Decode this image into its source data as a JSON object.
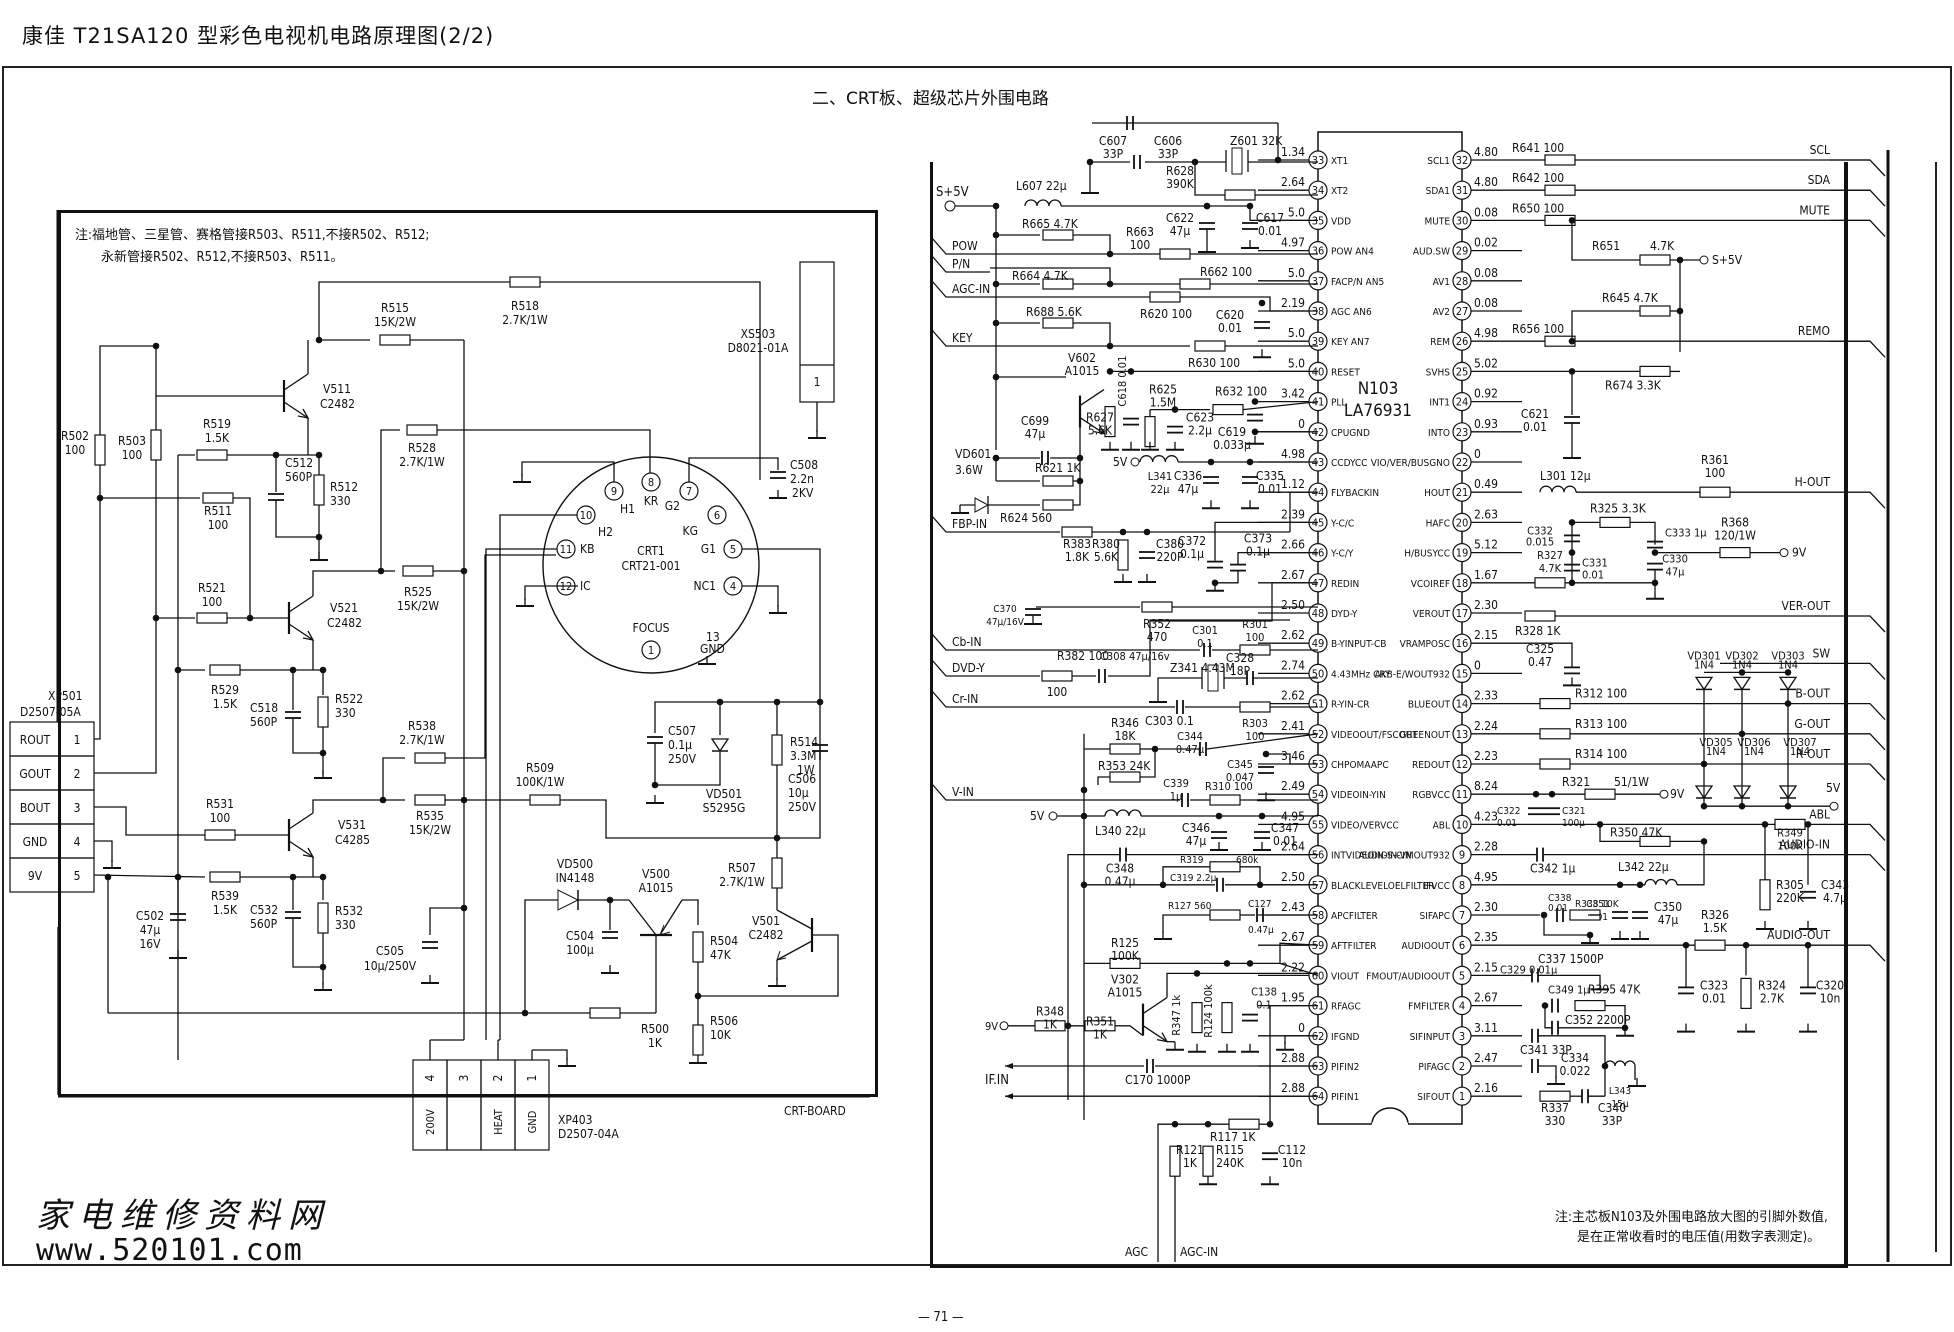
{
  "document": {
    "title": "康佳 T21SA120 型彩色电视机电路原理图(2/2)",
    "section_heading": "二、CRT板、超级芯片外围电路",
    "page_number": "— 71 —",
    "watermark": {
      "site_name": "家电维修资料网",
      "url": "www.520101.com"
    }
  },
  "crt_board": {
    "label": "CRT-BOARD",
    "note_lines": [
      "注:福地管、三星管、赛格管接R503、R511,不接R502、R512;",
      "永新管接R502、R512,不接R503、R511。"
    ],
    "xp501": {
      "name": "XP501",
      "part": "D2507-05A",
      "pins": [
        {
          "signal": "ROUT",
          "num": "1"
        },
        {
          "signal": "GOUT",
          "num": "2"
        },
        {
          "signal": "BOUT",
          "num": "3"
        },
        {
          "signal": "GND",
          "num": "4"
        },
        {
          "signal": "9V",
          "num": "5"
        }
      ]
    },
    "xp403": {
      "name": "XP403",
      "part": "D2507-04A",
      "pins": [
        {
          "num": "4",
          "signal": "200V"
        },
        {
          "num": "3",
          "signal": ""
        },
        {
          "num": "2",
          "signal": "HEAT"
        },
        {
          "num": "1",
          "signal": "GND"
        }
      ]
    },
    "xs503": {
      "name": "XS503",
      "part": "D8021-01A",
      "pin": "1"
    },
    "crt": {
      "name": "CRT1",
      "part": "CRT21-001",
      "pins": [
        {
          "num": "1",
          "label": "FOCUS"
        },
        {
          "num": "4",
          "label": "NC1"
        },
        {
          "num": "5",
          "label": "G1"
        },
        {
          "num": "6",
          "label": "KG"
        },
        {
          "num": "7",
          "label": "G2"
        },
        {
          "num": "8",
          "label": "KR"
        },
        {
          "num": "9",
          "label": "H1"
        },
        {
          "num": "10",
          "label": "H2"
        },
        {
          "num": "11",
          "label": "KB"
        },
        {
          "num": "12",
          "label": "IC"
        }
      ],
      "gnd_pin": {
        "num": "13",
        "label": "GND"
      }
    },
    "transistors": [
      {
        "ref": "V511",
        "part": "C2482"
      },
      {
        "ref": "V521",
        "part": "C2482"
      },
      {
        "ref": "V531",
        "part": "C4285"
      },
      {
        "ref": "V500",
        "part": "A1015"
      },
      {
        "ref": "V501",
        "part": "C2482"
      }
    ],
    "diodes": [
      {
        "ref": "VD500",
        "part": "IN4148"
      },
      {
        "ref": "VD501",
        "part": "S5295G"
      }
    ],
    "resistors": [
      {
        "ref": "R502",
        "value": "100"
      },
      {
        "ref": "R503",
        "value": "100"
      },
      {
        "ref": "R515",
        "value": "15K/2W"
      },
      {
        "ref": "R518",
        "value": "2.7K/1W"
      },
      {
        "ref": "R519",
        "value": "1.5K"
      },
      {
        "ref": "R511",
        "value": "100"
      },
      {
        "ref": "R512",
        "value": "330"
      },
      {
        "ref": "R528",
        "value": "2.7K/1W"
      },
      {
        "ref": "R521",
        "value": "100"
      },
      {
        "ref": "R525",
        "value": "15K/2W"
      },
      {
        "ref": "R529",
        "value": "1.5K"
      },
      {
        "ref": "R522",
        "value": "330"
      },
      {
        "ref": "R538",
        "value": "2.7K/1W"
      },
      {
        "ref": "R535",
        "value": "15K/2W"
      },
      {
        "ref": "R531",
        "value": "100"
      },
      {
        "ref": "R539",
        "value": "1.5K"
      },
      {
        "ref": "R532",
        "value": "330"
      },
      {
        "ref": "R509",
        "value": "100K/1W"
      },
      {
        "ref": "R514",
        "value": "3.3M 1W"
      },
      {
        "ref": "R507",
        "value": "2.7K/1W"
      },
      {
        "ref": "R504",
        "value": "47K"
      },
      {
        "ref": "R500",
        "value": "1K"
      },
      {
        "ref": "R506",
        "value": "10K"
      }
    ],
    "capacitors": [
      {
        "ref": "C512",
        "value": "560P"
      },
      {
        "ref": "C518",
        "value": "560P"
      },
      {
        "ref": "C532",
        "value": "560P"
      },
      {
        "ref": "C502",
        "value": "47μ 16V"
      },
      {
        "ref": "C505",
        "value": "10μ/250V"
      },
      {
        "ref": "C507",
        "value": "0.1μ 250V"
      },
      {
        "ref": "C506",
        "value": "10μ 250V"
      },
      {
        "ref": "C508",
        "value": "2.2n 2KV"
      },
      {
        "ref": "C504",
        "value": "100μ"
      }
    ]
  },
  "main_board": {
    "ic": {
      "ref": "N103",
      "part": "LA76931"
    },
    "note_lines": [
      "注:主芯板N103及外围电路放大图的引脚外数值,",
      "是在正常收看时的电压值(用数字表测定)。"
    ],
    "left_pins": [
      {
        "num": "33",
        "name": "XT1",
        "voltage": "1.34"
      },
      {
        "num": "34",
        "name": "XT2",
        "voltage": "2.64"
      },
      {
        "num": "35",
        "name": "VDD",
        "voltage": "5.0"
      },
      {
        "num": "36",
        "name": "POW AN4",
        "voltage": "4.97"
      },
      {
        "num": "37",
        "name": "FACP/N AN5",
        "voltage": "5.0"
      },
      {
        "num": "38",
        "name": "AGC AN6",
        "voltage": "2.19"
      },
      {
        "num": "39",
        "name": "KEY AN7",
        "voltage": "5.0"
      },
      {
        "num": "40",
        "name": "RESET",
        "voltage": "5.0"
      },
      {
        "num": "41",
        "name": "PLL",
        "voltage": "3.42"
      },
      {
        "num": "42",
        "name": "CPUGND",
        "voltage": "0"
      },
      {
        "num": "43",
        "name": "CCDYCC",
        "voltage": "4.98"
      },
      {
        "num": "44",
        "name": "FLYBACKIN",
        "voltage": "1.12"
      },
      {
        "num": "45",
        "name": "Y-C/C",
        "voltage": "2.39"
      },
      {
        "num": "46",
        "name": "Y-C/Y",
        "voltage": "2.66"
      },
      {
        "num": "47",
        "name": "REDIN",
        "voltage": "2.67"
      },
      {
        "num": "48",
        "name": "DYD-Y",
        "voltage": "2.50"
      },
      {
        "num": "49",
        "name": "B-YINPUT-CB",
        "voltage": "2.62"
      },
      {
        "num": "50",
        "name": "4.43MHz CRY",
        "voltage": "2.74"
      },
      {
        "num": "51",
        "name": "R-YIN-CR",
        "voltage": "2.62"
      },
      {
        "num": "52",
        "name": "VIDEOOUT/FSCOUT",
        "voltage": "2.41"
      },
      {
        "num": "53",
        "name": "CHPOMAAPC",
        "voltage": "3.46"
      },
      {
        "num": "54",
        "name": "VIDEOIN-YIN",
        "voltage": "2.49"
      },
      {
        "num": "55",
        "name": "VIDEO/VERVCC",
        "voltage": "4.95"
      },
      {
        "num": "56",
        "name": "INTVIDEOIN-S-CIN",
        "voltage": "2.64"
      },
      {
        "num": "57",
        "name": "BLACKLEVELOELFILTER",
        "voltage": "2.50"
      },
      {
        "num": "58",
        "name": "APCFILTER",
        "voltage": "2.43"
      },
      {
        "num": "59",
        "name": "AFTFILTER",
        "voltage": "2.67"
      },
      {
        "num": "60",
        "name": "VIOUT",
        "voltage": "2.22"
      },
      {
        "num": "61",
        "name": "RFAGC",
        "voltage": "1.95"
      },
      {
        "num": "62",
        "name": "IFGND",
        "voltage": "0"
      },
      {
        "num": "63",
        "name": "PIFIN2",
        "voltage": "2.88"
      },
      {
        "num": "64",
        "name": "PIFIN1",
        "voltage": "2.88"
      }
    ],
    "right_pins": [
      {
        "num": "32",
        "name": "SCL1",
        "voltage": "4.80"
      },
      {
        "num": "31",
        "name": "SDA1",
        "voltage": "4.80"
      },
      {
        "num": "30",
        "name": "MUTE",
        "voltage": "0.08"
      },
      {
        "num": "29",
        "name": "AUD.SW",
        "voltage": "0.02"
      },
      {
        "num": "28",
        "name": "AV1",
        "voltage": "0.08"
      },
      {
        "num": "27",
        "name": "AV2",
        "voltage": "0.08"
      },
      {
        "num": "26",
        "name": "REM",
        "voltage": "4.98"
      },
      {
        "num": "25",
        "name": "SVHS",
        "voltage": "5.02"
      },
      {
        "num": "24",
        "name": "INT1",
        "voltage": "0.92"
      },
      {
        "num": "23",
        "name": "INTO",
        "voltage": "0.93"
      },
      {
        "num": "22",
        "name": "VIO/VER/BUSGNO",
        "voltage": "0"
      },
      {
        "num": "21",
        "name": "HOUT",
        "voltage": "0.49"
      },
      {
        "num": "20",
        "name": "HAFC",
        "voltage": "2.63"
      },
      {
        "num": "19",
        "name": "H/BUSYCC",
        "voltage": "5.12"
      },
      {
        "num": "18",
        "name": "VCOIREF",
        "voltage": "1.67"
      },
      {
        "num": "17",
        "name": "VEROUT",
        "voltage": "2.30"
      },
      {
        "num": "16",
        "name": "VRAMPOSC",
        "voltage": "2.15"
      },
      {
        "num": "15",
        "name": "AKB-E/WOUT932",
        "voltage": "0"
      },
      {
        "num": "14",
        "name": "BLUEOUT",
        "voltage": "2.33"
      },
      {
        "num": "13",
        "name": "GREENOUT",
        "voltage": "2.24"
      },
      {
        "num": "12",
        "name": "REDOUT",
        "voltage": "2.23"
      },
      {
        "num": "11",
        "name": "RGBVCC",
        "voltage": "8.24"
      },
      {
        "num": "10",
        "name": "ABL",
        "voltage": "4.23"
      },
      {
        "num": "9",
        "name": "AUDIOIN-VMOUT932",
        "voltage": "2.28"
      },
      {
        "num": "8",
        "name": "IFVCC",
        "voltage": "4.95"
      },
      {
        "num": "7",
        "name": "SIFAPC",
        "voltage": "2.30"
      },
      {
        "num": "6",
        "name": "AUDIOOUT",
        "voltage": "2.35"
      },
      {
        "num": "5",
        "name": "FMOUT/AUDIOOUT",
        "voltage": "2.15"
      },
      {
        "num": "4",
        "name": "FMFILTER",
        "voltage": "2.67"
      },
      {
        "num": "3",
        "name": "SIFINPUT",
        "voltage": "3.11"
      },
      {
        "num": "2",
        "name": "PIFAGC",
        "voltage": "2.47"
      },
      {
        "num": "1",
        "name": "SIFOUT",
        "voltage": "2.16"
      }
    ],
    "left_signals": [
      "S+5V",
      "POW",
      "P/N",
      "AGC-IN",
      "KEY",
      "FBP-IN",
      "Cb-IN",
      "DVD-Y",
      "Cr-IN",
      "V-IN",
      "5V",
      "9V",
      "IF.IN",
      "AGC",
      "AGC-IN"
    ],
    "right_signals": [
      "SCL",
      "SDA",
      "MUTE",
      "S+5V",
      "REMO",
      "H-OUT",
      "9V",
      "VER-OUT",
      "SW",
      "B-OUT",
      "G-OUT",
      "R-OUT",
      "5V",
      "ABL",
      "AUDIO-IN",
      "AUDIO-OUT"
    ],
    "component_labels": [
      {
        "ref": "C607",
        "value": "33P"
      },
      {
        "ref": "C606",
        "value": "33P"
      },
      {
        "ref": "Z601",
        "value": "32K"
      },
      {
        "ref": "R628",
        "value": "390K"
      },
      {
        "ref": "L607",
        "value": "22μ"
      },
      {
        "ref": "R665",
        "value": "4.7K"
      },
      {
        "ref": "C622",
        "value": "47μ"
      },
      {
        "ref": "C617",
        "value": "0.01"
      },
      {
        "ref": "R663",
        "value": "100"
      },
      {
        "ref": "R664",
        "value": "4.7K"
      },
      {
        "ref": "R662",
        "value": "100"
      },
      {
        "ref": "R620",
        "value": "100"
      },
      {
        "ref": "C620",
        "value": "0.01"
      },
      {
        "ref": "R688",
        "value": "5.6K"
      },
      {
        "ref": "R630",
        "value": "100"
      },
      {
        "ref": "V602",
        "value": "A1015"
      },
      {
        "ref": "C618",
        "value": "0.01"
      },
      {
        "ref": "R625",
        "value": "1.5M"
      },
      {
        "ref": "R632",
        "value": "100"
      },
      {
        "ref": "C699",
        "value": "47μ"
      },
      {
        "ref": "R627",
        "value": "5.6K"
      },
      {
        "ref": "C623",
        "value": "2.2μ"
      },
      {
        "ref": "C619",
        "value": "0.033μ"
      },
      {
        "ref": "VD601",
        "value": "3.6W"
      },
      {
        "ref": "R621",
        "value": "1K"
      },
      {
        "ref": "L341",
        "value": "22μ"
      },
      {
        "ref": "C336",
        "value": "47μ"
      },
      {
        "ref": "C335",
        "value": "0.01"
      },
      {
        "ref": "R624",
        "value": "560"
      },
      {
        "ref": "R383",
        "value": "1.8K"
      },
      {
        "ref": "R380",
        "value": "5.6K"
      },
      {
        "ref": "C380",
        "value": "220P"
      },
      {
        "ref": "C372",
        "value": "0.1μ"
      },
      {
        "ref": "C373",
        "value": "0.1μ"
      },
      {
        "ref": "C370",
        "value": "47μ/16V"
      },
      {
        "ref": "R352",
        "value": "470"
      },
      {
        "ref": "C301",
        "value": "0.1"
      },
      {
        "ref": "R301",
        "value": "100"
      },
      {
        "ref": "R382",
        "value": "100"
      },
      {
        "ref": "C308",
        "value": "47μ/16v"
      },
      {
        "ref": "Z341",
        "value": "4.43M"
      },
      {
        "ref": "C328",
        "value": "18P"
      },
      {
        "ref": "C303",
        "value": "0.1"
      },
      {
        "ref": "R303",
        "value": "100"
      },
      {
        "ref": "R346",
        "value": "18K"
      },
      {
        "ref": "C344",
        "value": "0.47μ"
      },
      {
        "ref": "R353",
        "value": "24K"
      },
      {
        "ref": "C345",
        "value": "0.047"
      },
      {
        "ref": "C339",
        "value": "1μ"
      },
      {
        "ref": "R310",
        "value": "100"
      },
      {
        "ref": "L340",
        "value": "22μ"
      },
      {
        "ref": "C346",
        "value": "47μ"
      },
      {
        "ref": "C347",
        "value": "0.01"
      },
      {
        "ref": "C348",
        "value": "0.47μ"
      },
      {
        "ref": "R319",
        "value": "680k"
      },
      {
        "ref": "C319",
        "value": "2.2μ"
      },
      {
        "ref": "R127",
        "value": "560"
      },
      {
        "ref": "C127",
        "value": "0.47μ"
      },
      {
        "ref": "R125",
        "value": "100K"
      },
      {
        "ref": "V302",
        "value": "A1015"
      },
      {
        "ref": "R347",
        "value": "1k"
      },
      {
        "ref": "R124",
        "value": "100k"
      },
      {
        "ref": "C138",
        "value": "0.1"
      },
      {
        "ref": "R348",
        "value": "1K"
      },
      {
        "ref": "R351",
        "value": "1K"
      },
      {
        "ref": "C170",
        "value": "1000P"
      },
      {
        "ref": "R117",
        "value": "1K"
      },
      {
        "ref": "R121",
        "value": "1K"
      },
      {
        "ref": "R115",
        "value": "240K"
      },
      {
        "ref": "C112",
        "value": "10n"
      },
      {
        "ref": "R641",
        "value": "100"
      },
      {
        "ref": "R642",
        "value": "100"
      },
      {
        "ref": "R650",
        "value": "100"
      },
      {
        "ref": "R651",
        "value": "4.7K"
      },
      {
        "ref": "R645",
        "value": "4.7K"
      },
      {
        "ref": "R656",
        "value": "100"
      },
      {
        "ref": "R674",
        "value": "3.3K"
      },
      {
        "ref": "C621",
        "value": "0.01"
      },
      {
        "ref": "L301",
        "value": "12μ"
      },
      {
        "ref": "R361",
        "value": "100"
      },
      {
        "ref": "R325",
        "value": "3.3K"
      },
      {
        "ref": "C332",
        "value": "0.015"
      },
      {
        "ref": "C333",
        "value": "1μ"
      },
      {
        "ref": "R368",
        "value": "120/1W"
      },
      {
        "ref": "R327",
        "value": "4.7K"
      },
      {
        "ref": "C331",
        "value": "0.01"
      },
      {
        "ref": "C330",
        "value": "47μ"
      },
      {
        "ref": "R328",
        "value": "1K"
      },
      {
        "ref": "C325",
        "value": "0.47"
      },
      {
        "ref": "VD301",
        "value": "1N4"
      },
      {
        "ref": "VD302",
        "value": "1N4"
      },
      {
        "ref": "VD303",
        "value": "1N4"
      },
      {
        "ref": "R312",
        "value": "100"
      },
      {
        "ref": "R313",
        "value": "100"
      },
      {
        "ref": "VD305",
        "value": "1N4"
      },
      {
        "ref": "VD306",
        "value": "1N4"
      },
      {
        "ref": "VD307",
        "value": "1N4"
      },
      {
        "ref": "R314",
        "value": "100"
      },
      {
        "ref": "R321",
        "value": "51/1W"
      },
      {
        "ref": "C322",
        "value": "0.01"
      },
      {
        "ref": "C321",
        "value": "100μ"
      },
      {
        "ref": "R350",
        "value": "47K"
      },
      {
        "ref": "R349",
        "value": "100K"
      },
      {
        "ref": "C342",
        "value": "1μ"
      },
      {
        "ref": "L342",
        "value": "22μ"
      },
      {
        "ref": "R305",
        "value": "220K"
      },
      {
        "ref": "C343",
        "value": "4.7μ"
      },
      {
        "ref": "C338",
        "value": "0.01"
      },
      {
        "ref": "R338",
        "value": "10K"
      },
      {
        "ref": "C351",
        "value": "0.01"
      },
      {
        "ref": "C350",
        "value": "47μ"
      },
      {
        "ref": "R326",
        "value": "1.5K"
      },
      {
        "ref": "C337",
        "value": "1500P"
      },
      {
        "ref": "C329",
        "value": "0.01μ"
      },
      {
        "ref": "C323",
        "value": "0.01"
      },
      {
        "ref": "R324",
        "value": "2.7K"
      },
      {
        "ref": "C320",
        "value": "10n"
      },
      {
        "ref": "C349",
        "value": "1μ"
      },
      {
        "ref": "R395",
        "value": "47K"
      },
      {
        "ref": "C352",
        "value": "2200P"
      },
      {
        "ref": "C341",
        "value": "33P"
      },
      {
        "ref": "C334",
        "value": "0.022"
      },
      {
        "ref": "L343",
        "value": "15μ"
      },
      {
        "ref": "R337",
        "value": "330"
      },
      {
        "ref": "C340",
        "value": "33P"
      }
    ]
  }
}
